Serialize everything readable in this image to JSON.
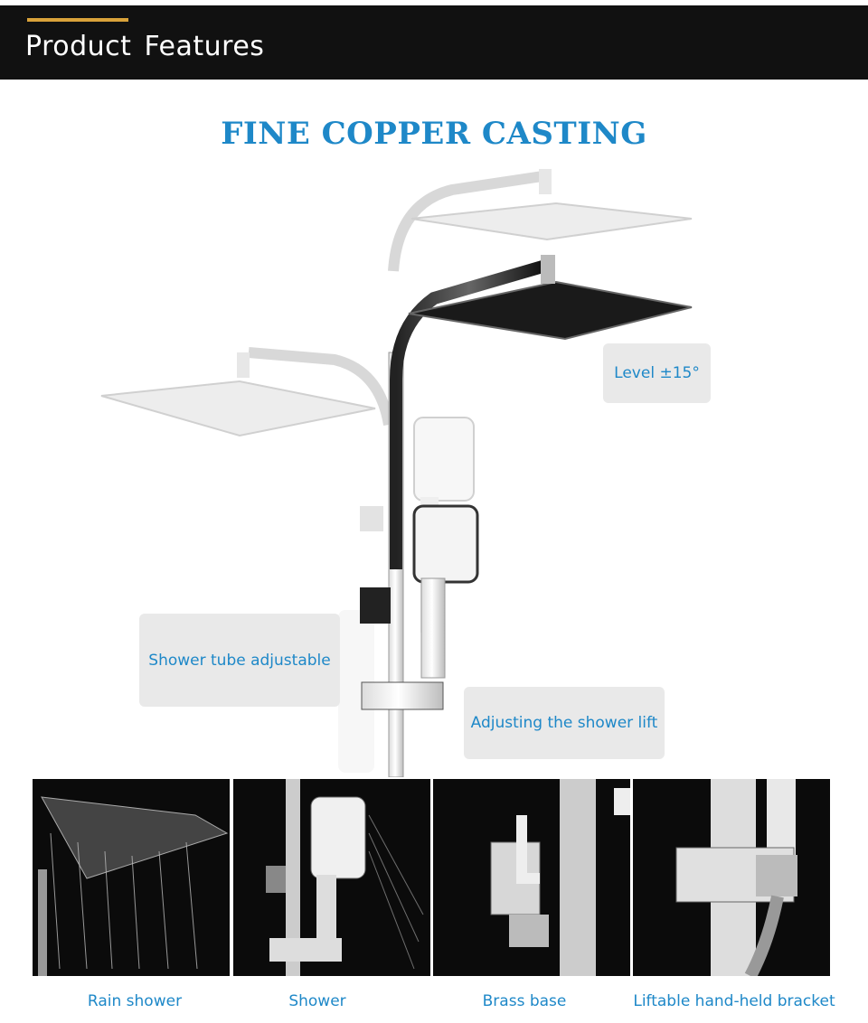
{
  "header": {
    "title": "Product  Features"
  },
  "main": {
    "title": "FINE COPPER CASTING"
  },
  "callouts": {
    "level": "Level ±15°",
    "tube": "Shower tube adjustable",
    "lift": "Adjusting the shower lift"
  },
  "features": [
    {
      "caption": "Rain shower",
      "image": "rain-shower-photo"
    },
    {
      "caption": "Shower",
      "image": "hand-shower-photo"
    },
    {
      "caption": "Brass base",
      "image": "brass-base-photo"
    },
    {
      "caption": "Liftable hand-held bracket",
      "image": "bracket-photo"
    }
  ],
  "colors": {
    "accent": "#1e88c8",
    "header_bg": "#111111",
    "header_line": "#d9a23a",
    "callout_bg": "#e9e9e9"
  }
}
